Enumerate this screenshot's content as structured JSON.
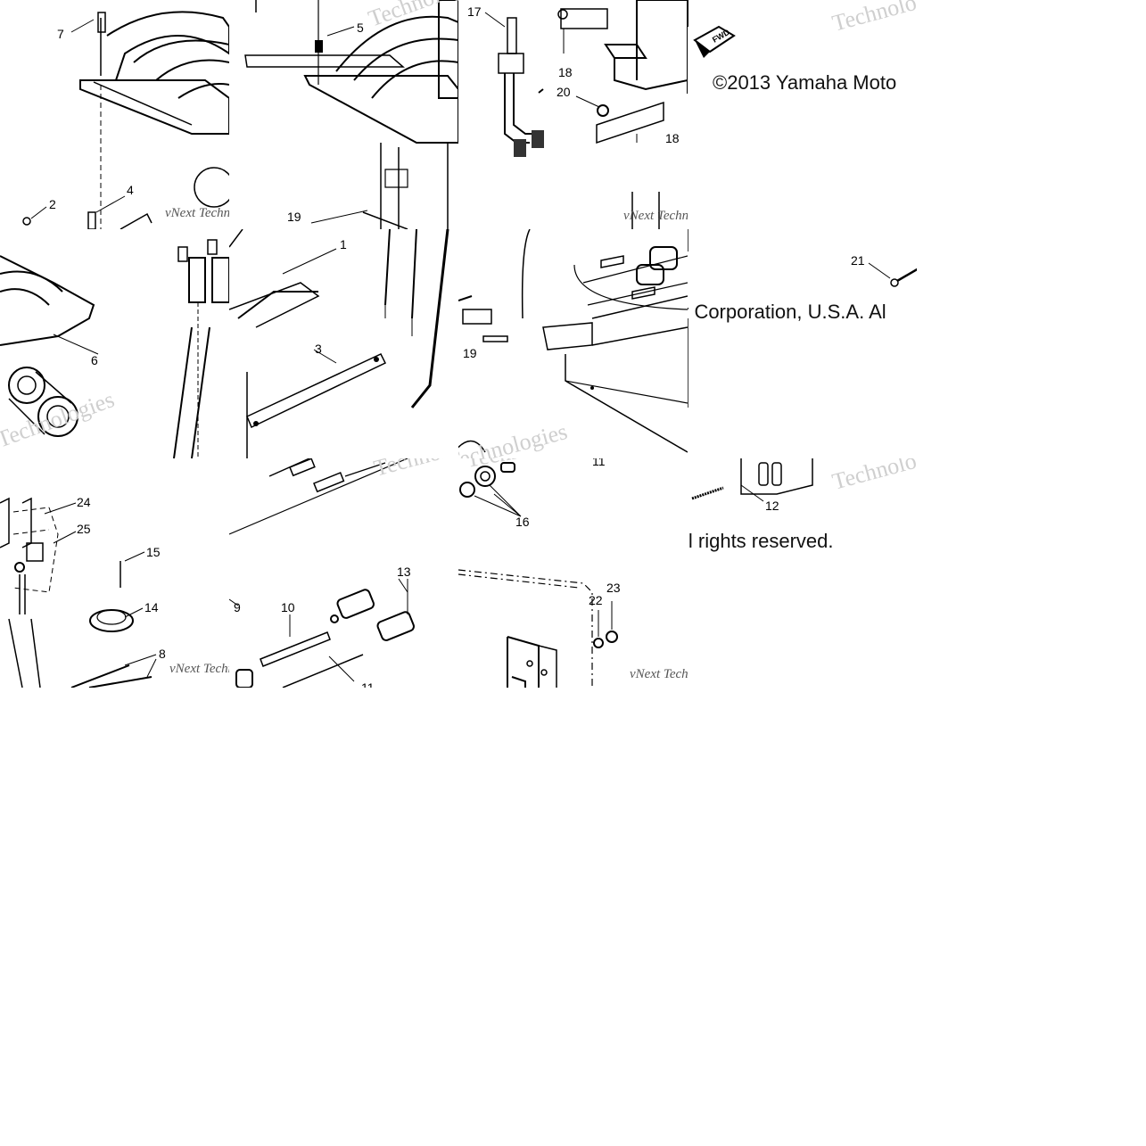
{
  "diagram": {
    "copyright_part1": "©2013 Yamaha Moto",
    "copyright_part2": "r Corporation, U.S.A. Al",
    "copyright_part3": "ll rights reserved.",
    "watermark_technologies": "Technologies",
    "watermark_vnext": "vNext Technologies",
    "fwd_label": "FWD",
    "callouts": {
      "c1": "1",
      "c2": "2",
      "c3": "3",
      "c4": "4",
      "c5": "5",
      "c6": "6",
      "c7": "7",
      "c8": "8",
      "c9": "9",
      "c10": "10",
      "c11a": "11",
      "c11b": "11",
      "c12": "12",
      "c13": "13",
      "c14": "14",
      "c15": "15",
      "c16": "16",
      "c17": "17",
      "c18a": "18",
      "c18b": "18",
      "c19a": "19",
      "c19b": "19",
      "c20": "20",
      "c21": "21",
      "c22": "22",
      "c23": "23",
      "c24": "24",
      "c25": "25"
    }
  }
}
